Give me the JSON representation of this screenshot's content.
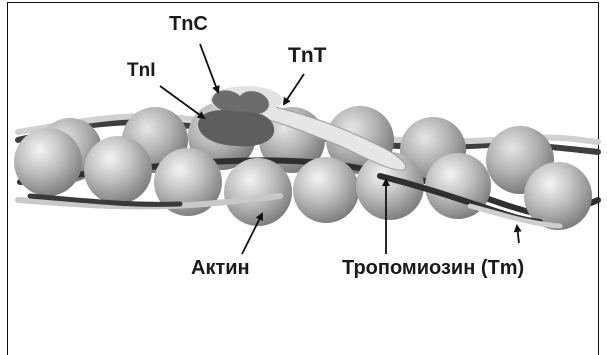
{
  "labels": {
    "tnc": "TnC",
    "tni": "TnI",
    "tnt": "TnT",
    "actin": "Актин",
    "tropomyosin": "Тропомиозин (Tm)"
  },
  "colors": {
    "actin": "#b4b4b4",
    "tropomyosin_dark": "#3a3a3a",
    "tropomyosin_light": "#c4c4c4",
    "troponin": "#6c6c6c",
    "frame": "#111111"
  }
}
